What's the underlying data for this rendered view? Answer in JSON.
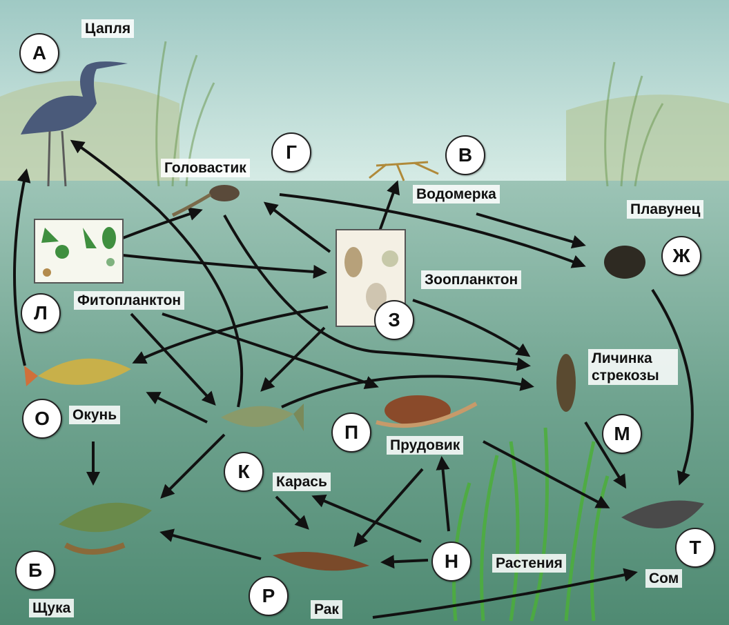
{
  "nodes": {
    "heron": {
      "letter": "А",
      "label": "Цапля"
    },
    "pike": {
      "letter": "Б",
      "label": "Щука"
    },
    "waterstrider": {
      "letter": "В",
      "label": "Водомерка"
    },
    "tadpole": {
      "letter": "Г",
      "label": "Головастик"
    },
    "beetle": {
      "letter": "Ж",
      "label": "Плавунец"
    },
    "zooplankton": {
      "letter": "З",
      "label": "Зоопланктон"
    },
    "carp": {
      "letter": "К",
      "label": "Карась"
    },
    "phyto": {
      "letter": "Л",
      "label": "Фитопланктон"
    },
    "dragonfly": {
      "letter": "М",
      "label": "Личинка стрекозы"
    },
    "plants": {
      "letter": "Н",
      "label": "Растения"
    },
    "perch": {
      "letter": "О",
      "label": "Окунь"
    },
    "snail": {
      "letter": "П",
      "label": "Прудовик"
    },
    "crayfish": {
      "letter": "Р",
      "label": "Рак"
    },
    "catfish": {
      "letter": "Т",
      "label": "Сом"
    }
  }
}
